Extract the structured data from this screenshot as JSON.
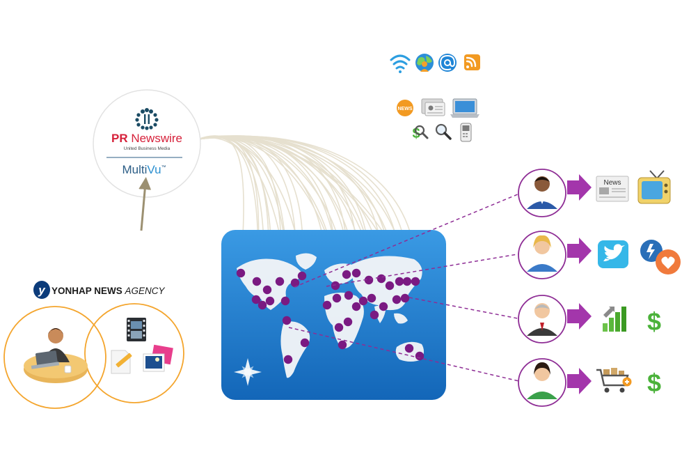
{
  "prnewswire": {
    "brand_pr": "PR ",
    "brand_name": "Newswire",
    "tagline": "United Business Media",
    "product_multi": "Multi",
    "product_vu": "Vu",
    "product_tm": "™"
  },
  "yonhap": {
    "logo_letter": "y",
    "name_bold": "YONHAP NEWS ",
    "name_light": "AGENCY"
  },
  "icons": {
    "news_badge": "NEWS",
    "newspaper_masthead": "News",
    "dollar_sign": "$"
  },
  "colors": {
    "map_blue": "#1d7fd0",
    "dot_purple": "#7a1a82",
    "arrow_purple": "#9b2fa8",
    "ring_purple": "#8e2d95",
    "ring_orange": "#f6a623",
    "line_beige": "#ebe6d6"
  }
}
